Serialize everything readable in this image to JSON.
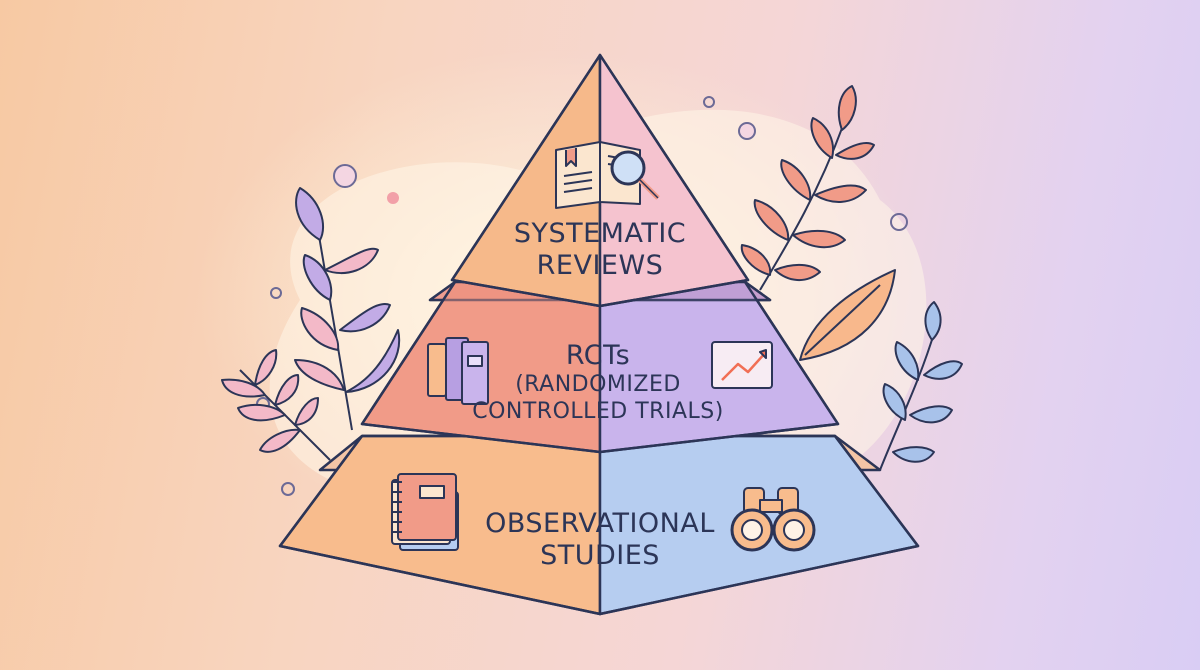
{
  "pyramid": {
    "top": {
      "line1": "SYSTEMATIC",
      "line2": "REVIEWS",
      "icon": "open-book-magnifier-icon"
    },
    "middle": {
      "line1": "RCTs",
      "line2": "(RANDOMIZED",
      "line3": "CONTROLLED TRIALS)",
      "icons": [
        "books-icon",
        "trend-chart-icon"
      ]
    },
    "bottom": {
      "line1": "OBSERVATIONAL",
      "line2": "STUDIES",
      "icons": [
        "notebooks-icon",
        "binoculars-icon"
      ]
    }
  },
  "colors": {
    "outline": "#2c3557",
    "top_left": "#f6b98a",
    "top_right": "#f5c3cf",
    "mid_left": "#f19b88",
    "mid_right": "#c9b4ec",
    "bot_left": "#f8bc8d",
    "bot_right": "#b6cdf0"
  }
}
